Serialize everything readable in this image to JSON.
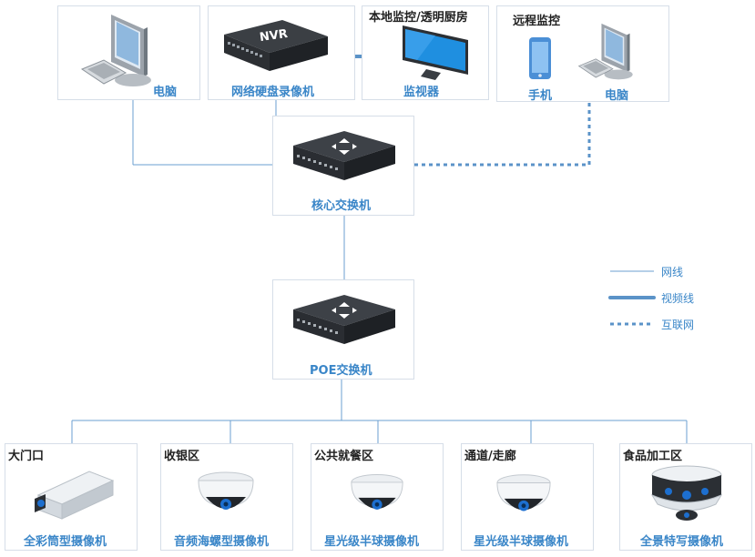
{
  "top": {
    "pc_label": "电脑",
    "nvr_label": "网络硬盘录像机",
    "nvr_badge": "NVR",
    "local_title": "本地监控/透明厨房",
    "monitor_label": "监视器",
    "remote_title": "远程监控",
    "phone_label": "手机",
    "remote_pc_label": "电脑"
  },
  "core_switch": {
    "label": "核心交换机"
  },
  "poe_switch": {
    "label": "POE交换机"
  },
  "legend": {
    "network": "网线",
    "video": "视频线",
    "internet": "互联网"
  },
  "cameras": [
    {
      "area": "大门口",
      "label": "全彩筒型摄像机"
    },
    {
      "area": "收银区",
      "label": "音频海螺型摄像机"
    },
    {
      "area": "公共就餐区",
      "label": "星光级半球摄像机"
    },
    {
      "area": "通道/走廊",
      "label": "星光级半球摄像机"
    },
    {
      "area": "食品加工区",
      "label": "全景特写摄像机"
    }
  ],
  "colors": {
    "line": "#6b9fd0",
    "label": "#3a86c8",
    "border": "#d6dee8"
  }
}
